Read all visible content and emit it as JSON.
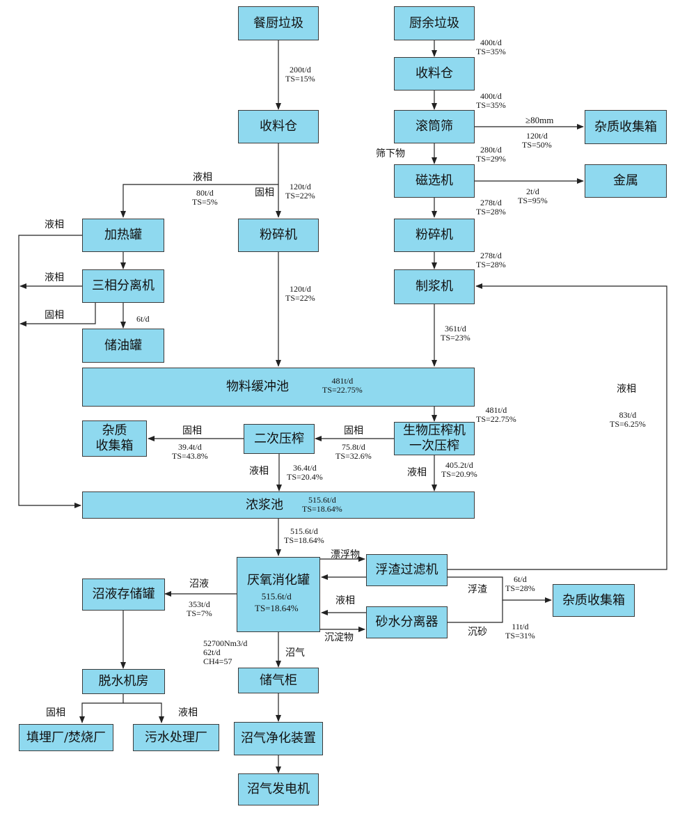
{
  "nodes": {
    "food_waste": "餐厨垃圾",
    "kitchen_waste": "厨余垃圾",
    "bin_left": "收料仓",
    "bin_right": "收料仓",
    "drum_screen": "滚筒筛",
    "impurity_box_top": "杂质收集箱",
    "magnetic": "磁选机",
    "metal": "金属",
    "heating_tank": "加热罐",
    "crusher_left": "粉碎机",
    "crusher_right": "粉碎机",
    "three_phase": "三相分离机",
    "pulper": "制浆机",
    "oil_tank": "储油罐",
    "buffer_pool": "物料缓冲池",
    "impurity_box_left": "杂质\n收集箱",
    "second_press": "二次压榨",
    "bio_press": "生物压榨机\n一次压榨",
    "slurry_pool": "浓浆池",
    "digester": "厌氧消化罐",
    "scum_filter": "浮渣过滤机",
    "digestate_tank": "沼液存储罐",
    "impurity_box_bottom": "杂质收集箱",
    "grit_separator": "砂水分离器",
    "dewatering": "脱水机房",
    "gas_holder": "储气柜",
    "landfill": "填埋厂/焚烧厂",
    "sewage_plant": "污水处理厂",
    "gas_purify": "沼气净化装置",
    "generator": "沼气发电机"
  },
  "inbox_values": {
    "buffer_pool": "481t/d\nTS=22.75%",
    "slurry_pool": "515.6t/d\nTS=18.64%",
    "digester": "515.6t/d\nTS=18.64%"
  },
  "flows": {
    "f1": "200t/d\nTS=15%",
    "f2": "400t/d\nTS=35%",
    "f3": "400t/d\nTS=35%",
    "f4": "≥80mm",
    "f5": "120t/d\nTS=50%",
    "f6": "280t/d\nTS=29%",
    "f7": "80t/d\nTS=5%",
    "f8": "120t/d\nTS=22%",
    "f9": "2t/d\nTS=95%",
    "f10": "278t/d\nTS=28%",
    "f11": "278t/d\nTS=28%",
    "f12": "120t/d\nTS=22%",
    "f13": "6t/d",
    "f14": "361t/d\nTS=23%",
    "f15": "481t/d\nTS=22.75%",
    "f16": "83t/d\nTS=6.25%",
    "f17": "39.4t/d\nTS=43.8%",
    "f18": "75.8t/d\nTS=32.6%",
    "f19": "36.4t/d\nTS=20.4%",
    "f20": "405.2t/d\nTS=20.9%",
    "f21": "515.6t/d\nTS=18.64%",
    "f22": "6t/d\nTS=28%",
    "f23": "353t/d\nTS=7%",
    "f24": "11t/d\nTS=31%",
    "f25": "52700Nm3/d\n62t/d\nCH4=57"
  },
  "tags": {
    "t_screen_under": "筛下物",
    "t_liquid_top": "液相",
    "t_solid_top": "固相",
    "t_liquid_left": "液相",
    "t_liquid_mid": "液相",
    "t_solid_mid": "固相",
    "t_liquid_right": "液相",
    "t_solid_l": "固相",
    "t_solid_r": "固相",
    "t_liquid_sp": "液相",
    "t_liquid_bp": "液相",
    "t_float": "漂浮物",
    "t_digestate": "沼液",
    "t_scum": "浮渣",
    "t_liquid_grit": "液相",
    "t_sediment": "沉淀物",
    "t_grit": "沉砂",
    "t_biogas": "沼气",
    "t_solid_dw": "固相",
    "t_liquid_dw": "液相"
  },
  "colors": {
    "box_fill": "#8fd9ef",
    "line": "#222222"
  }
}
